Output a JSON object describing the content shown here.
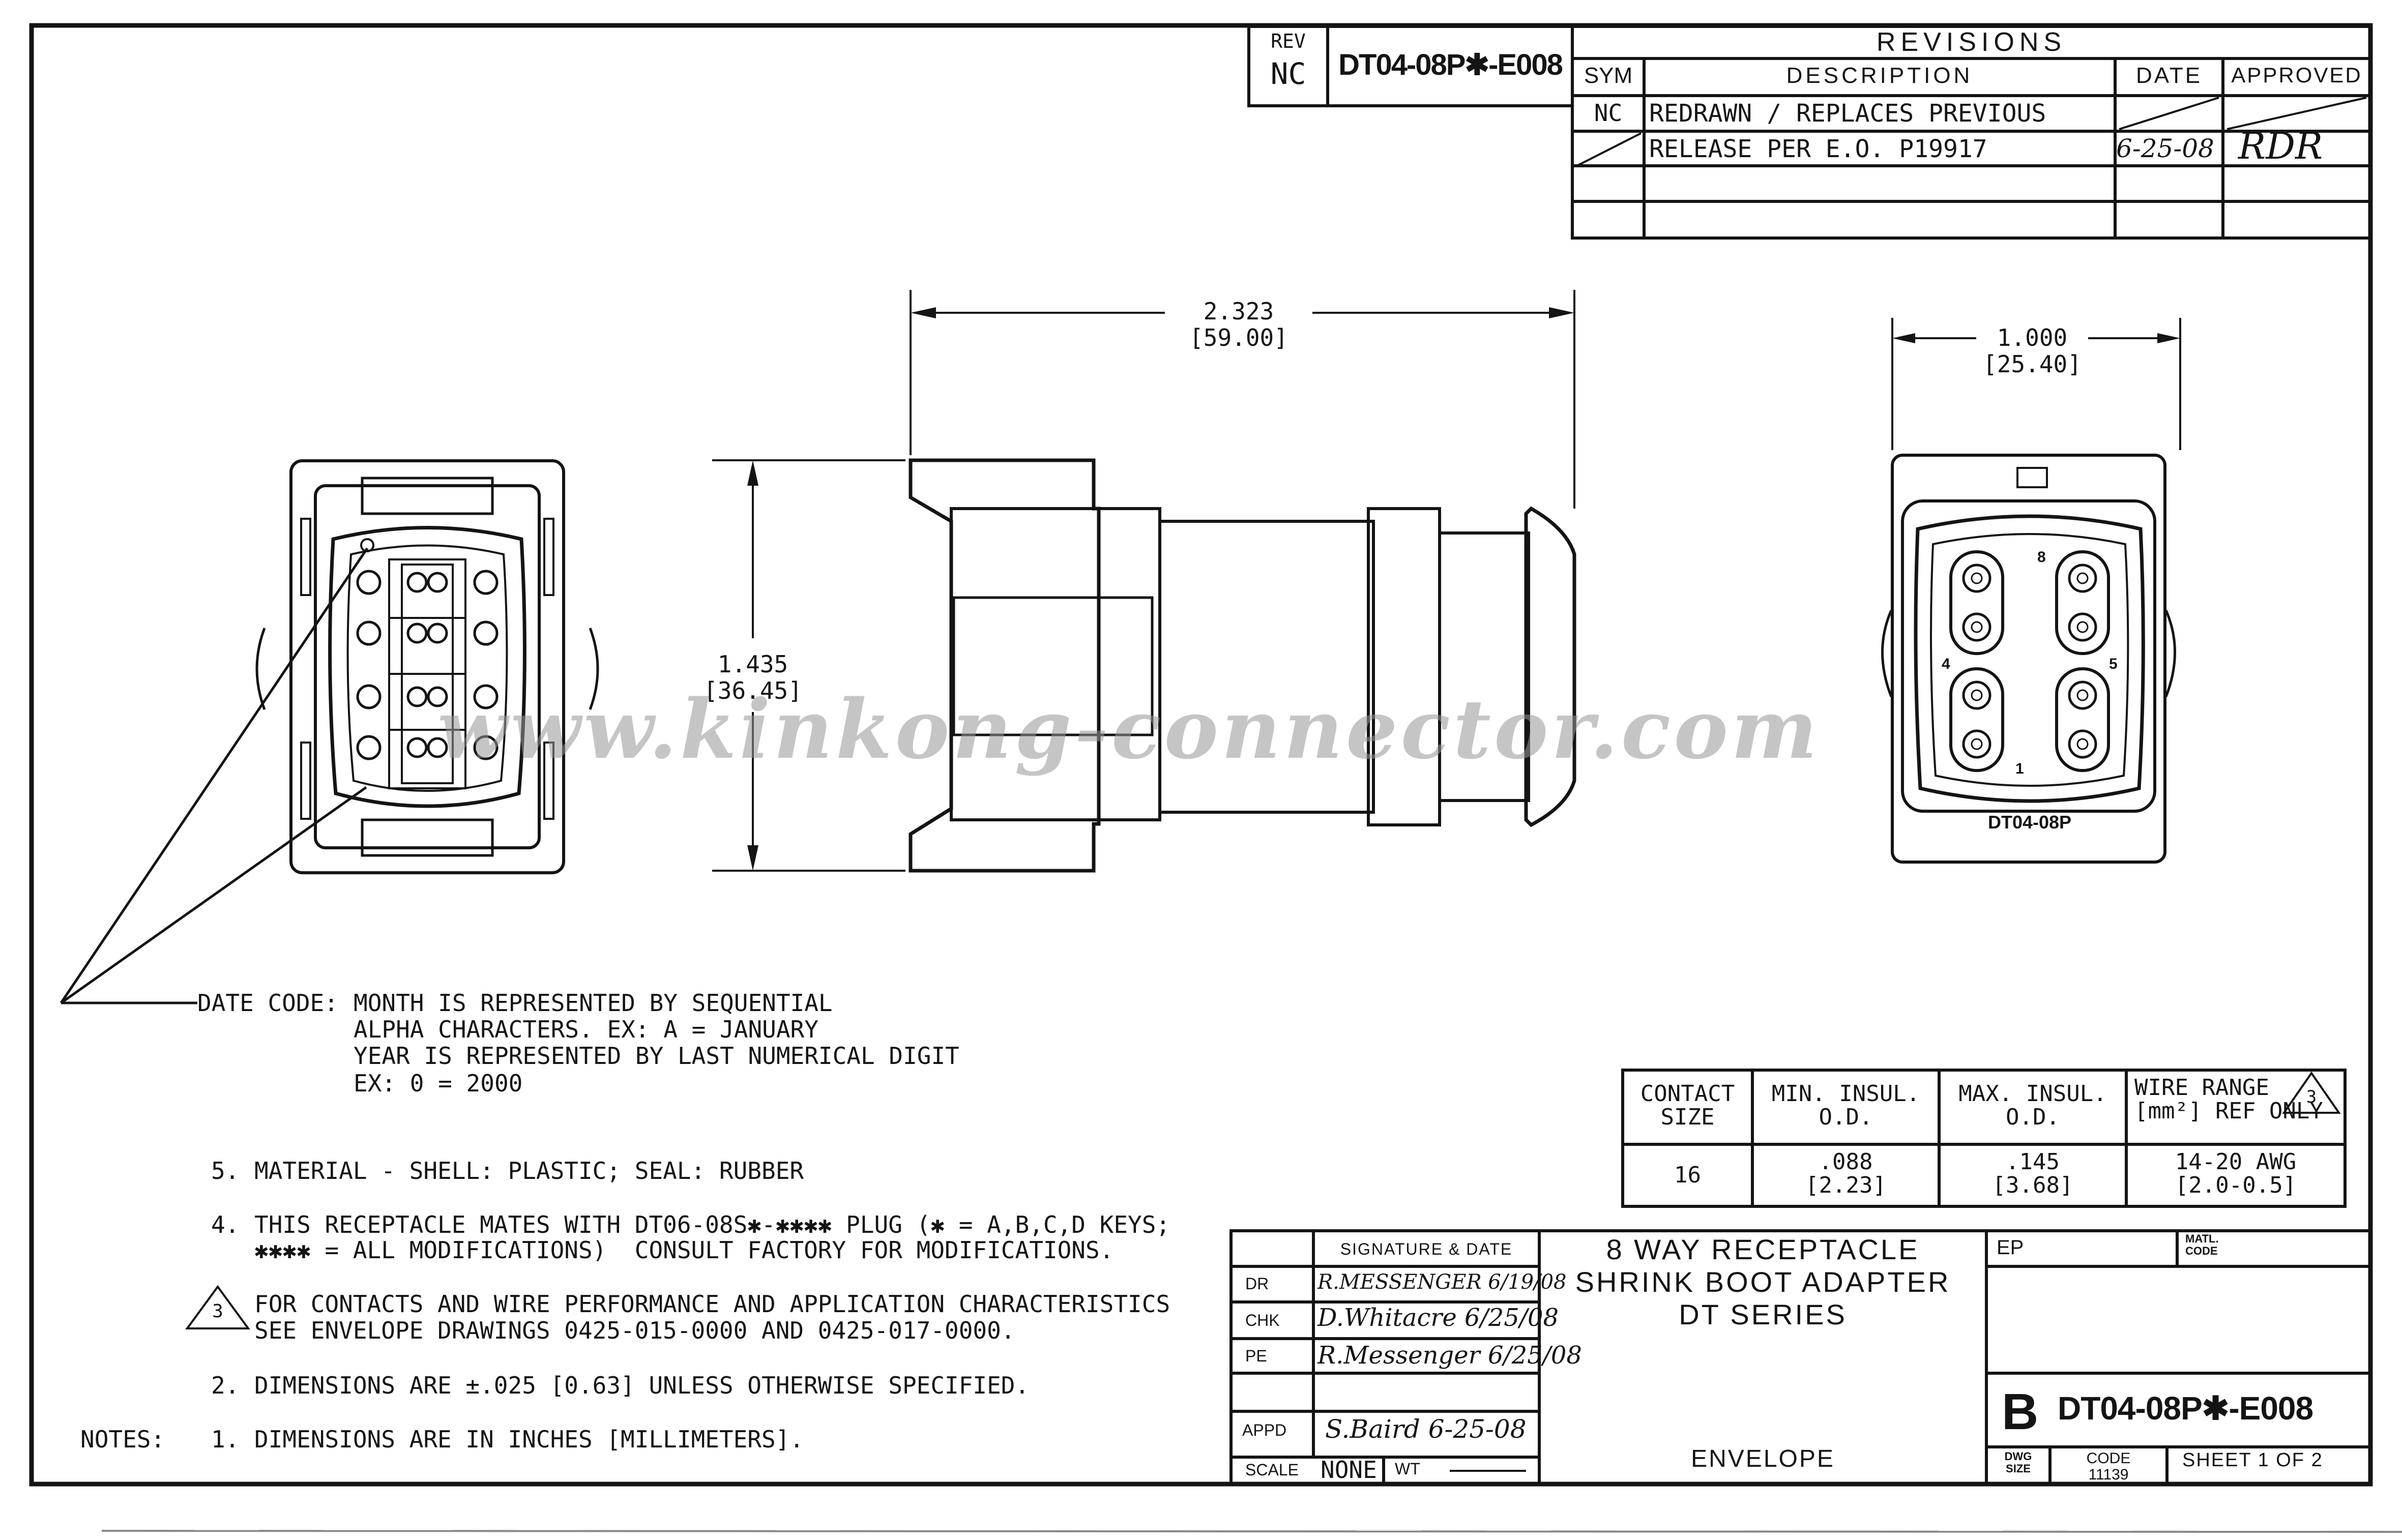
{
  "rev_box": {
    "rev_label": "REV",
    "rev_value": "NC",
    "part_number": "DT04-08P✱-E008"
  },
  "revisions": {
    "title": "REVISIONS",
    "headers": [
      "SYM",
      "DESCRIPTION",
      "DATE",
      "APPROVED"
    ],
    "rows": [
      {
        "sym": "NC",
        "description": "REDRAWN / REPLACES PREVIOUS",
        "date": "",
        "approved": ""
      },
      {
        "sym": "",
        "description": "RELEASE PER E.O. P19917",
        "date": "6-25-08",
        "approved": "RDR"
      }
    ]
  },
  "dimensions": {
    "length_in": "2.323",
    "length_mm": "[59.00]",
    "height_in": "1.435",
    "height_mm": "[36.45]",
    "width_in": "1.000",
    "width_mm": "[25.40]"
  },
  "face_markings": {
    "model": "DT04-08P",
    "pin_labels": [
      "8",
      "5",
      "4",
      "1"
    ]
  },
  "watermark": "www.kinkong-connector.com",
  "date_code": {
    "label": "DATE CODE:",
    "lines": [
      "MONTH IS REPRESENTED BY SEQUENTIAL",
      "ALPHA CHARACTERS. EX: A = JANUARY",
      "YEAR IS REPRESENTED BY LAST NUMERICAL DIGIT",
      "EX: 0 = 2000"
    ]
  },
  "wire_table": {
    "headers": [
      [
        "CONTACT",
        "SIZE"
      ],
      [
        "MIN. INSUL.",
        "O.D."
      ],
      [
        "MAX. INSUL.",
        "O.D."
      ],
      [
        "WIRE RANGE",
        "[mm²] REF ONLY"
      ]
    ],
    "note_flag": "3",
    "row": [
      [
        "16",
        ""
      ],
      [
        ".088",
        "[2.23]"
      ],
      [
        ".145",
        "[3.68]"
      ],
      [
        "14-20 AWG",
        "[2.0-0.5]"
      ]
    ]
  },
  "notes": {
    "label": "NOTES:",
    "items": [
      {
        "num": "5.",
        "lines": [
          "MATERIAL - SHELL: PLASTIC; SEAL: RUBBER"
        ]
      },
      {
        "num": "4.",
        "lines": [
          "THIS RECEPTACLE MATES WITH DT06-08S✱-✱✱✱✱ PLUG (✱ = A,B,C,D KEYS;",
          "✱✱✱✱ = ALL MODIFICATIONS)  CONSULT FACTORY FOR MODIFICATIONS."
        ]
      },
      {
        "num": "3",
        "lines": [
          "FOR CONTACTS AND WIRE PERFORMANCE AND APPLICATION CHARACTERISTICS",
          "SEE ENVELOPE DRAWINGS 0425-015-0000 AND 0425-017-0000."
        ]
      },
      {
        "num": "2.",
        "lines": [
          "DIMENSIONS ARE ±.025 [0.63] UNLESS OTHERWISE SPECIFIED."
        ]
      },
      {
        "num": "1.",
        "lines": [
          "DIMENSIONS ARE IN INCHES [MILLIMETERS]."
        ]
      }
    ]
  },
  "title_block": {
    "signature_header": "SIGNATURE & DATE",
    "rows": [
      {
        "label": "DR",
        "signature": "R.MESSENGER 6/19/08"
      },
      {
        "label": "CHK",
        "signature": "D.Whitacre 6/25/08"
      },
      {
        "label": "PE",
        "signature": "R.Messenger 6/25/08"
      },
      {
        "label": "APPD",
        "signature": "S.Baird 6-25-08"
      }
    ],
    "scale_label": "SCALE",
    "scale_value": "NONE",
    "wt_label": "WT",
    "title_lines": [
      "8 WAY RECEPTACLE",
      "SHRINK BOOT ADAPTER",
      "DT SERIES"
    ],
    "envelope": "ENVELOPE",
    "ep_label": "EP",
    "matl_code_label": [
      "MATL.",
      "CODE"
    ],
    "dwg_size_label": [
      "DWG",
      "SIZE"
    ],
    "dwg_size": "B",
    "drawing_number": "DT04-08P✱-E008",
    "code_label": "CODE",
    "code_value": "11139",
    "sheet": "SHEET 1 OF 2"
  }
}
